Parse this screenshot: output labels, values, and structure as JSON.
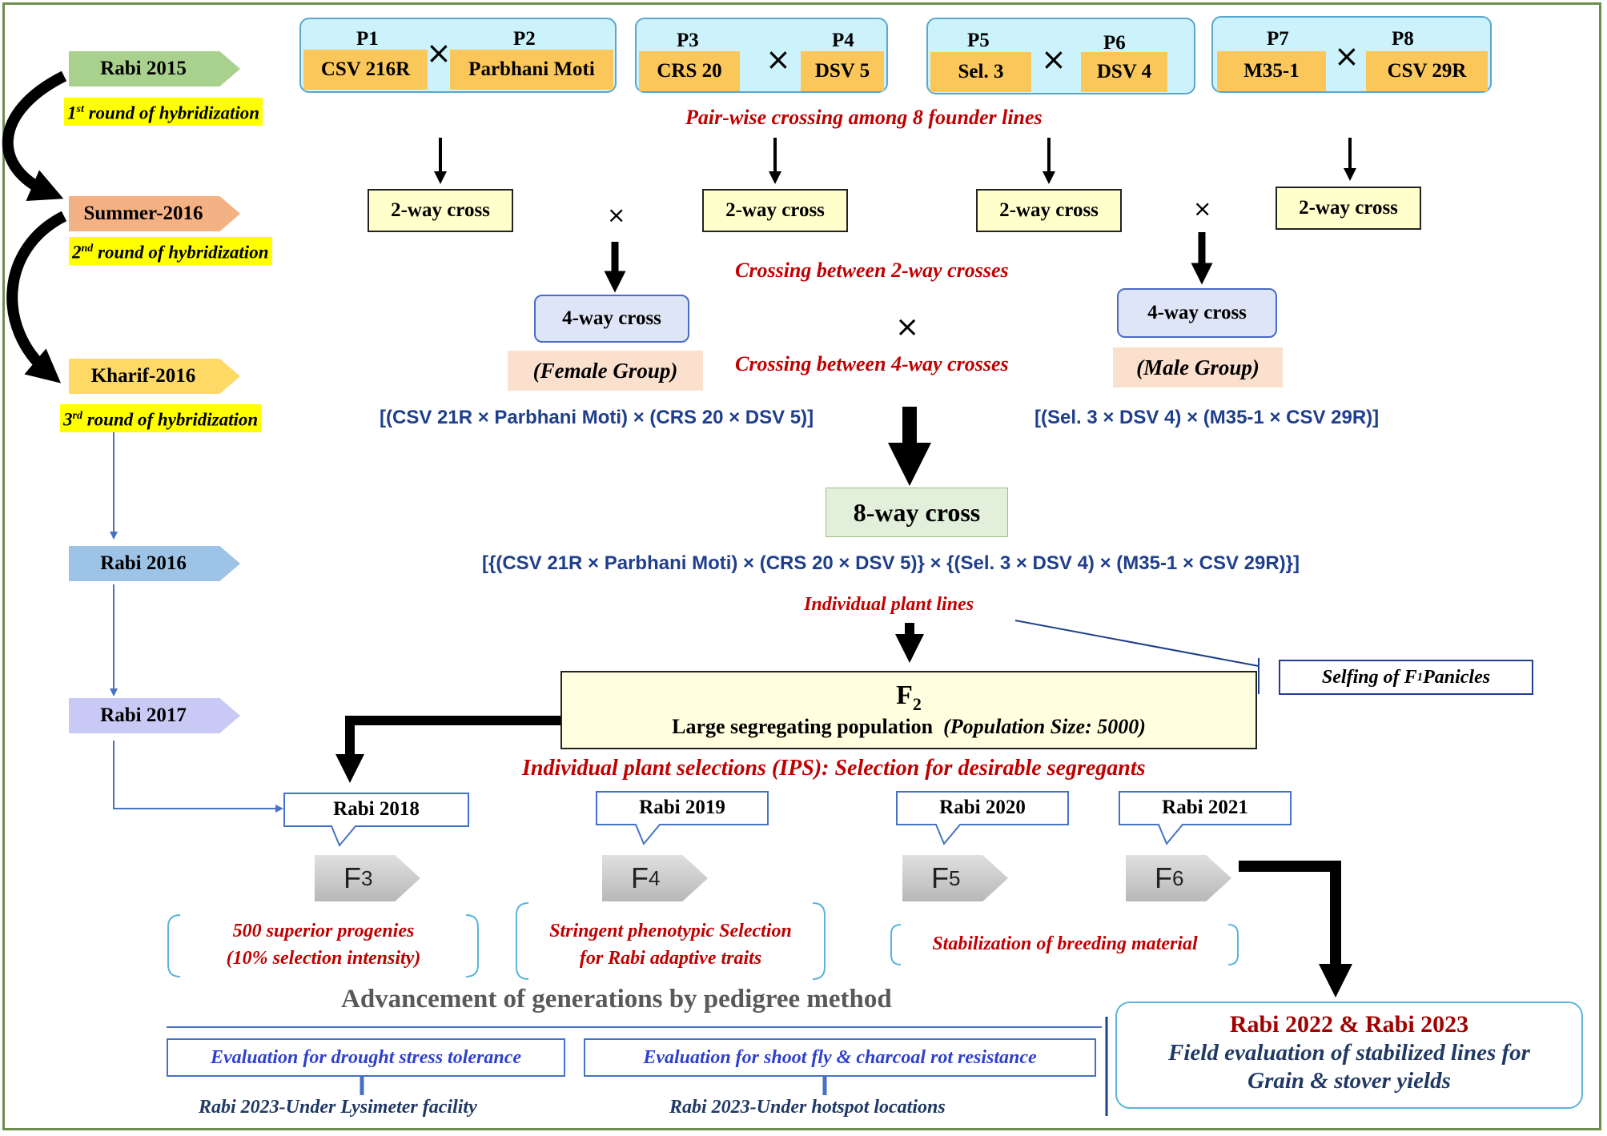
{
  "seasons": {
    "rabi2015": "Rabi 2015",
    "summer2016": "Summer-2016",
    "kharif2016": "Kharif-2016",
    "rabi2016": "Rabi 2016",
    "rabi2017": "Rabi 2017"
  },
  "rounds": {
    "first_num": "1",
    "first_sup": "st",
    "first_text": " round of hybridization",
    "second_num": "2",
    "second_sup": "nd",
    "second_text": " round of hybridization",
    "third_num": "3",
    "third_sup": "rd",
    "third_text": " round of hybridization"
  },
  "parents": [
    {
      "label": "P1",
      "name": "CSV 216R"
    },
    {
      "label": "P2",
      "name": "Parbhani Moti"
    },
    {
      "label": "P3",
      "name": "CRS 20"
    },
    {
      "label": "P4",
      "name": "DSV 5"
    },
    {
      "label": "P5",
      "name": "Sel. 3"
    },
    {
      "label": "P6",
      "name": "DSV 4"
    },
    {
      "label": "P7",
      "name": "M35-1"
    },
    {
      "label": "P8",
      "name": "CSV 29R"
    }
  ],
  "cross_symbol": "×",
  "pairwise_note": "Pair-wise crossing among 8 founder lines",
  "two_way": "2-way cross",
  "crossing_2way_note": "Crossing between 2-way crosses",
  "four_way": "4-way cross",
  "crossing_4way_note": "Crossing between 4-way crosses",
  "female_group": "(Female Group)",
  "male_group": "(Male Group)",
  "female_pedigree": "[(CSV 21R × Parbhani Moti) × (CRS 20 × DSV 5)]",
  "male_pedigree": "[(Sel. 3 × DSV 4) × (M35-1 × CSV 29R)]",
  "eight_way": "8-way cross",
  "eight_way_pedigree": "[{(CSV 21R × Parbhani Moti) × (CRS 20 × DSV 5)} × {(Sel. 3 × DSV 4) × (M35-1 × CSV 29R)}]",
  "individual_lines": "Individual plant lines",
  "selfing_pre": "Selfing of F",
  "selfing_sub": "1",
  "selfing_post": " Panicles",
  "f2": {
    "letter": "F",
    "sub": "2",
    "desc": "Large segregating population",
    "size": "(Population Size: 5000)"
  },
  "ips_note": "Individual plant selections (IPS): Selection for desirable segregants",
  "generations": [
    {
      "year": "Rabi 2018",
      "letter": "F",
      "sub": "3"
    },
    {
      "year": "Rabi 2019",
      "letter": "F",
      "sub": "4"
    },
    {
      "year": "Rabi 2020",
      "letter": "F",
      "sub": "5"
    },
    {
      "year": "Rabi 2021",
      "letter": "F",
      "sub": "6"
    }
  ],
  "notes": {
    "superior_1": "500 superior progenies",
    "superior_2": "(10% selection intensity)",
    "stringent_1": "Stringent phenotypic Selection",
    "stringent_2": "for Rabi adaptive traits",
    "stabilization": "Stabilization of breeding material"
  },
  "advancement": "Advancement of generations by pedigree method",
  "evaluations": {
    "drought": "Evaluation for drought stress tolerance",
    "shootfly": "Evaluation for shoot fly & charcoal rot resistance",
    "lysimeter": "Rabi 2023-Under Lysimeter facility",
    "hotspot": "Rabi 2023-Under hotspot locations"
  },
  "final": {
    "title": "Rabi 2022 & Rabi 2023",
    "line1": "Field evaluation of stabilized lines for",
    "line2": "Grain & stover yields"
  },
  "colors": {
    "rabi2015": "#a9d18e",
    "summer2016": "#f4b183",
    "kharif2016": "#ffd966",
    "rabi2016": "#9dc3e6",
    "rabi2017": "#c9c9f5",
    "accent_red": "#c00000",
    "pedigree_blue": "#1f3e8c"
  }
}
